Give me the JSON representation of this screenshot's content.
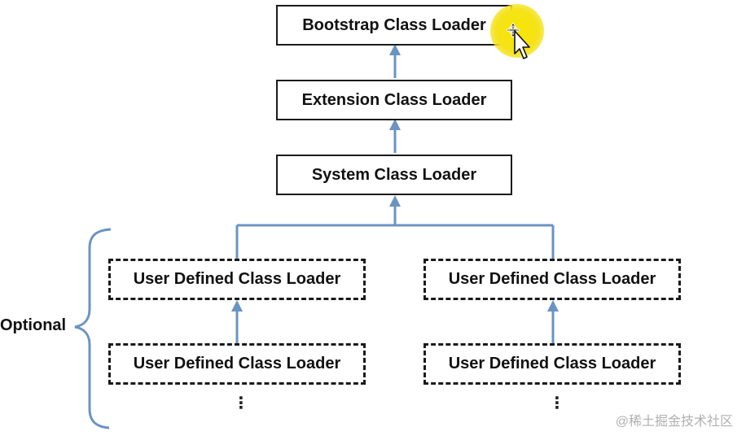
{
  "diagram": {
    "bootstrap": {
      "label": "Bootstrap Class Loader"
    },
    "extension": {
      "label": "Extension Class Loader"
    },
    "system": {
      "label": "System Class Loader"
    },
    "user_defined_left_top": {
      "label": "User Defined Class Loader"
    },
    "user_defined_right_top": {
      "label": "User Defined Class Loader"
    },
    "user_defined_left_bottom": {
      "label": "User Defined Class Loader"
    },
    "user_defined_right_bottom": {
      "label": "User Defined Class Loader"
    },
    "optional_label": "Optional",
    "ellipsis": "⋮"
  },
  "watermark": "@稀土掘金技术社区",
  "colors": {
    "connector": "#6b93c2",
    "box_border": "#1a1a1a",
    "cursor_highlight": "#f5e21a"
  },
  "icons": {
    "cursor": "move-cursor-icon"
  }
}
